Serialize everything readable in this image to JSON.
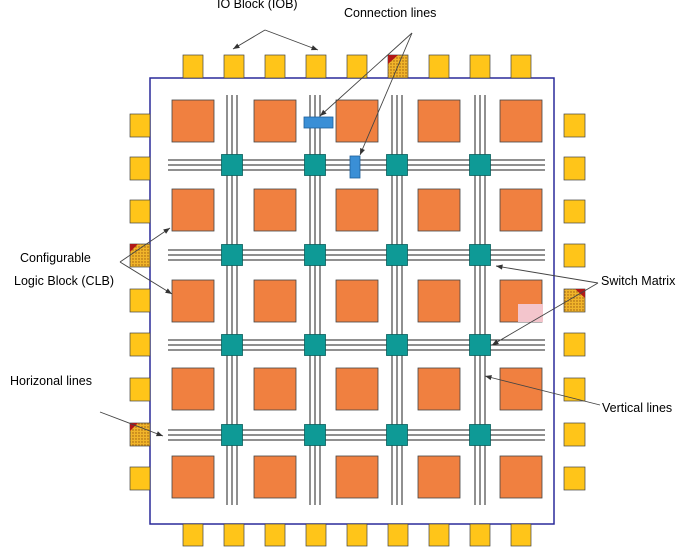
{
  "labels": {
    "iob": "IO Block (IOB)",
    "connection": "Connection lines",
    "clb_line1": "Configurable",
    "clb_line2": "Logic Block (CLB)",
    "switch": "Switch Matrix",
    "horizontal": "Horizonal lines",
    "vertical": "Vertical lines"
  },
  "grid": {
    "clb_rows": 5,
    "clb_cols": 5,
    "switch_rows": 4,
    "switch_cols": 4
  },
  "colors": {
    "clb": "#f08040",
    "switch": "#0e9a96",
    "iob": "#ffc519",
    "connection": "#3a8fd6",
    "chip_border": "#2a2a9a",
    "special_iob_fill": "#e89a2a",
    "special_iob_mark": "#b01818",
    "pink_patch": "#f3c5cc"
  }
}
